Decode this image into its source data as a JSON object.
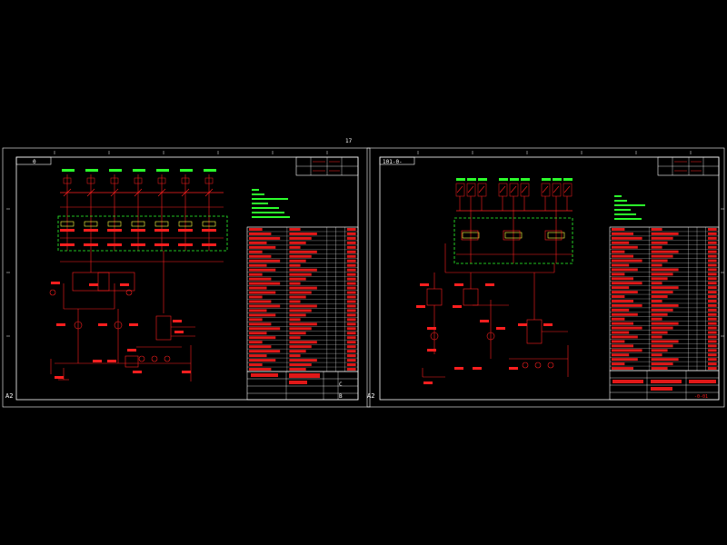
{
  "canvas": {
    "background": "#000000"
  },
  "colors": {
    "frame": "#ffffff",
    "circuit": "#ff1f1f",
    "label_green": "#2cff2c",
    "dash_green": "#2cff2c",
    "table_fill": "#e01818"
  },
  "top_marker": "17",
  "sheets": [
    {
      "id": "left",
      "tag": "0",
      "size_code": "A2",
      "title_block_rows": [
        "",
        "",
        "C",
        "B"
      ]
    },
    {
      "id": "right",
      "tag": "101-0-",
      "size_code": "A2",
      "title_block_rows": [
        "",
        "",
        "-0-01"
      ]
    }
  ]
}
